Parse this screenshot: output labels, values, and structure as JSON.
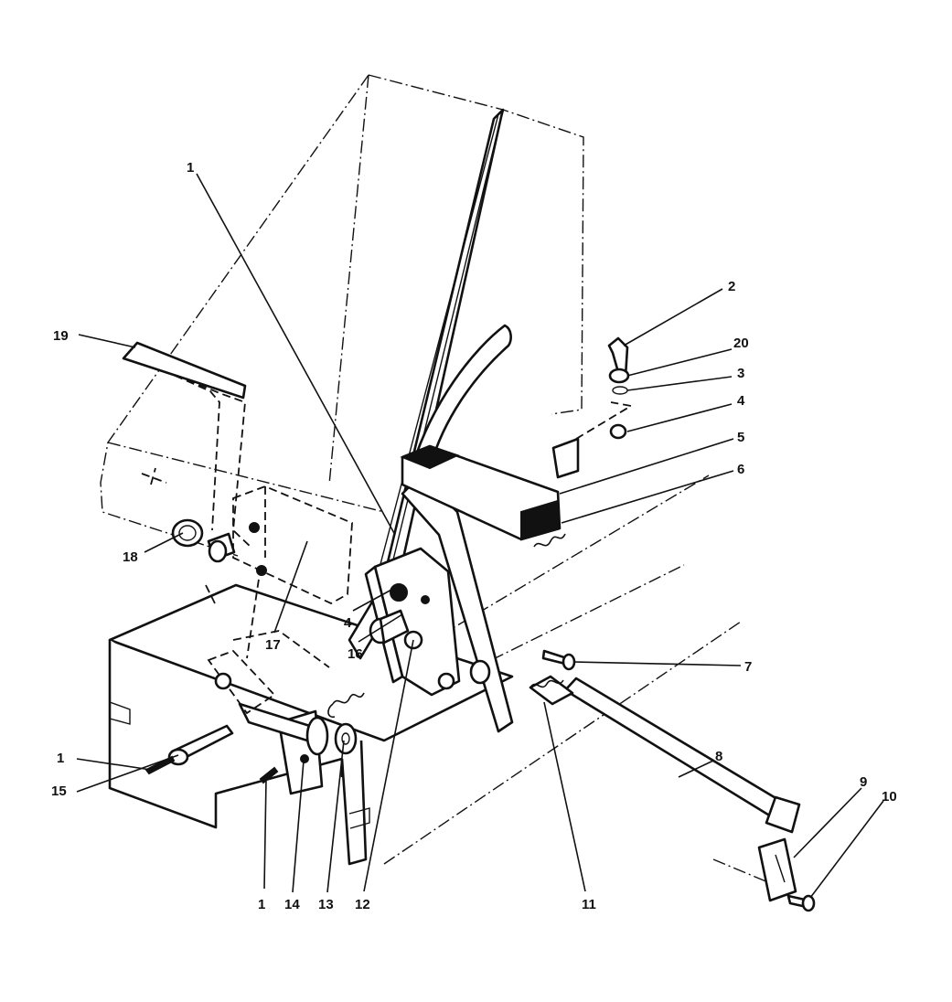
{
  "callouts": {
    "c1a": "1",
    "c1b": "1",
    "c1c": "1",
    "c2": "2",
    "c3": "3",
    "c4a": "4",
    "c4b": "4",
    "c5": "5",
    "c6": "6",
    "c7": "7",
    "c8": "8",
    "c9": "9",
    "c10": "10",
    "c11": "11",
    "c12": "12",
    "c13": "13",
    "c14": "14",
    "c15": "15",
    "c16": "16",
    "c17": "17",
    "c18": "18",
    "c19": "19",
    "c20": "20"
  },
  "colors": {
    "ink": "#111111",
    "paper": "#ffffff"
  }
}
